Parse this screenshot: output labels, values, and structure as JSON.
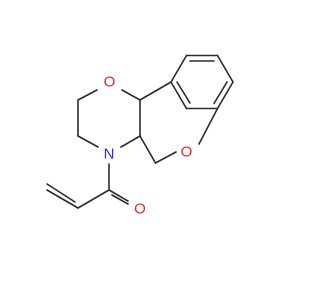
{
  "molecule": {
    "atoms": [
      {
        "id": "O1",
        "label": "O",
        "color": "#e8251f"
      },
      {
        "id": "O2",
        "label": "O",
        "color": "#e8251f"
      },
      {
        "id": "O3",
        "label": "O",
        "color": "#e8251f"
      },
      {
        "id": "N1",
        "label": "N",
        "color": "#2e31d6"
      }
    ],
    "bond_color": "#2b2b2b"
  }
}
